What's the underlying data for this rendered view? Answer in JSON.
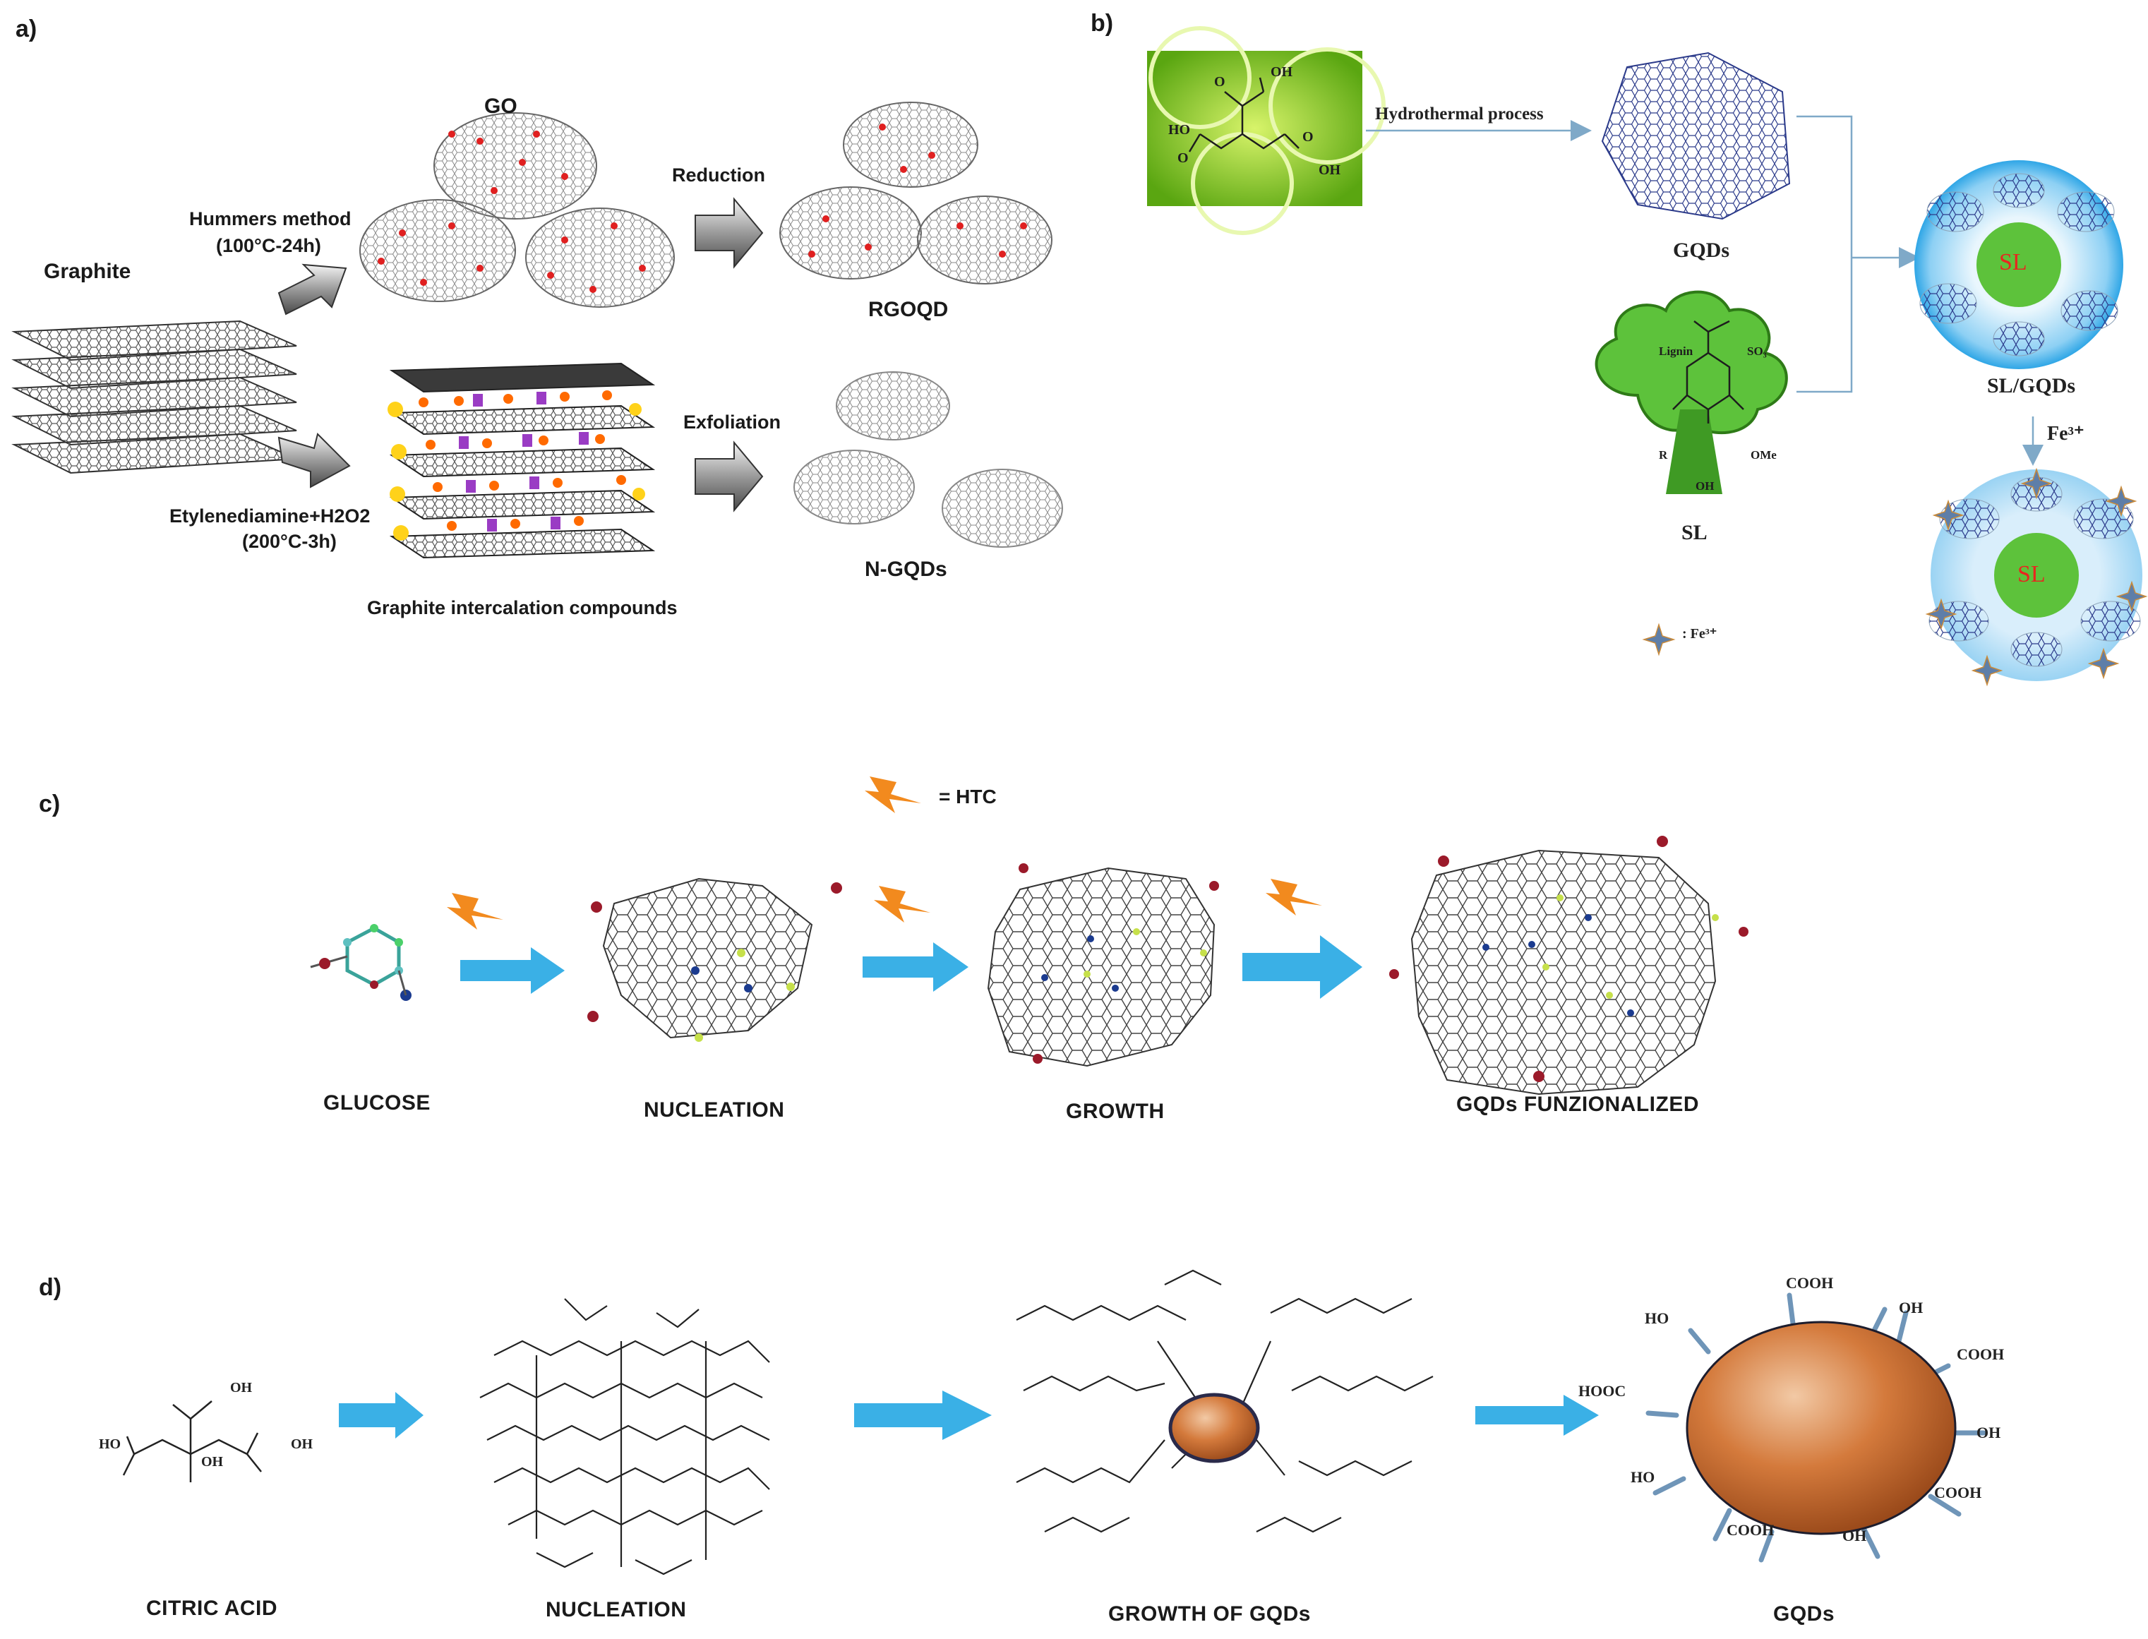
{
  "panels": {
    "a": {
      "letter": "a)",
      "graphite": "Graphite",
      "go": "GO",
      "hummers": "Hummers method",
      "hummers_cond": "(100°C-24h)",
      "reduction": "Reduction",
      "rgoqd": "RGOQD",
      "ethylene": "Etylenediamine+H2O2",
      "ethylene_cond": "(200°C-3h)",
      "exfoliation": "Exfoliation",
      "ngqds": "N-GQDs",
      "gic": "Graphite intercalation compounds"
    },
    "b": {
      "letter": "b)",
      "hydrothermal": "Hydrothermal process",
      "gqds": "GQDs",
      "sl": "SL",
      "sl_core": "SL",
      "sl_gqds": "SL/GQDs",
      "fe": "Fe³⁺",
      "legend_fe": ": Fe³⁺",
      "ho": "HO",
      "oh1": "OH",
      "oh2": "OH",
      "o1": "O",
      "o2": "O",
      "o3": "O",
      "lignin": "Lignin",
      "so3": "SO₃",
      "ome": "OMe",
      "r": "R",
      "oh_tree": "OH"
    },
    "c": {
      "letter": "c)",
      "htc_legend": "= HTC",
      "glucose": "GLUCOSE",
      "nucleation": "NUCLEATION",
      "growth": "GROWTH",
      "gqds_func": "GQDs FUNZIONALIZED"
    },
    "d": {
      "letter": "d)",
      "citric": "CITRIC ACID",
      "nucleation": "NUCLEATION",
      "growth": "GROWTH OF GQDs",
      "gqds": "GQDs",
      "groups": {
        "cooh_top": "COOH",
        "oh_topright": "OH",
        "ho_topleft": "HO",
        "cooh_right": "COOH",
        "hooc_left": "HOOC",
        "oh_right": "OH",
        "ho_left": "HO",
        "cooh_lowright": "COOH",
        "cooh_bottom": "COOH",
        "oh_bottom": "OH"
      },
      "ca_oh1": "OH",
      "ca_oh2": "OH",
      "ca_ho": "HO",
      "ca_oh3": "OH"
    }
  },
  "colors": {
    "arrow_blue": "#3ab0e6",
    "htc_orange": "#f28a1e",
    "sl_green": "#5dc23b",
    "sl_text": "#e8261f",
    "dot_orange": "#ff6a00",
    "dot_purple": "#9a3cc4",
    "dot_yellow": "#ffd21a",
    "gqd_brown": "#c2652a",
    "halo_blue": "#2fa6e6"
  }
}
